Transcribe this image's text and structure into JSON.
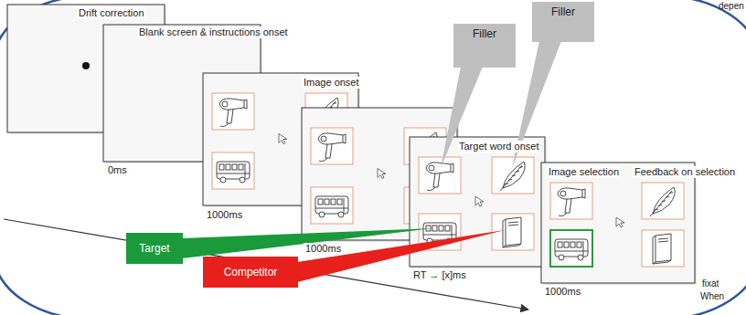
{
  "diagram": {
    "nodes": [
      {
        "text": [
          "Filler"
        ]
      },
      {
        "text": [
          "Filler"
        ]
      },
      {
        "text": [
          "Target"
        ]
      },
      {
        "text": [
          "Competitor"
        ]
      }
    ],
    "labels": [
      "Drift correction",
      "Blank screen & instructions onset",
      "0ms",
      "Image onset",
      "1000ms",
      "1000ms",
      "Target word onset",
      "Image selection",
      "RT → [x]ms",
      "Feedback on selection",
      "1000ms",
      "depen",
      "fixat",
      "When"
    ]
  }
}
